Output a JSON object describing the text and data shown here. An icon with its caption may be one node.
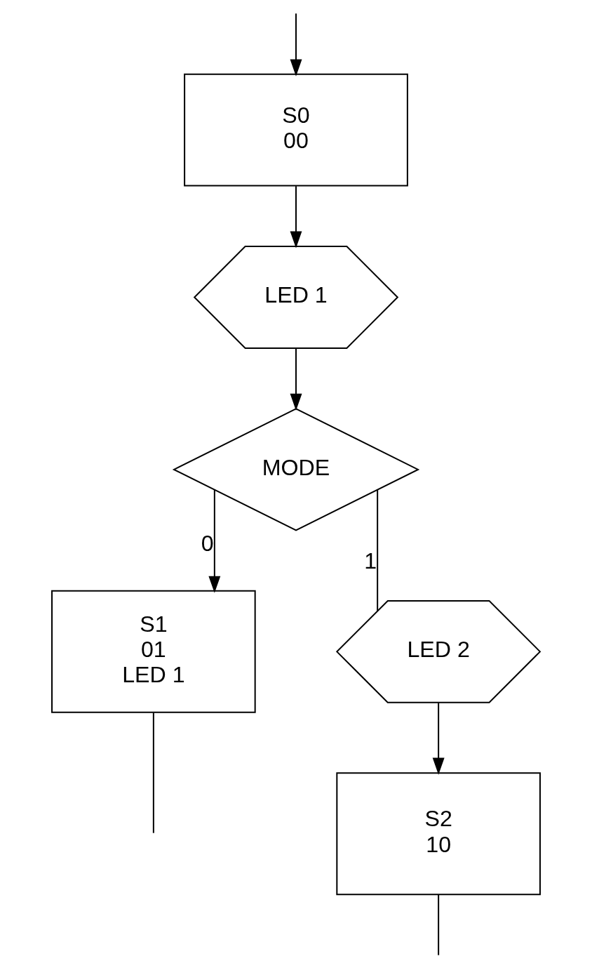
{
  "diagram": {
    "nodes": [
      {
        "text": [
          "S0",
          "00"
        ]
      },
      {
        "text": [
          "LED 1"
        ]
      },
      {
        "text": [
          "MODE"
        ]
      },
      {
        "text": [
          "LED 2"
        ]
      },
      {
        "text": [
          "S1",
          "01",
          "LED 1"
        ]
      },
      {
        "text": [
          "S2",
          "10"
        ]
      }
    ],
    "edges": [
      {
        "from": null,
        "to": 0,
        "arrow": "to"
      },
      {
        "from": 0,
        "to": 1,
        "arrow": "to"
      },
      {
        "from": 1,
        "to": 2,
        "arrow": "to"
      },
      {
        "from": 2,
        "to": 4,
        "label": "0",
        "arrow": "to"
      },
      {
        "from": 2,
        "to": 3,
        "label": "1",
        "arrow": "none"
      },
      {
        "from": 3,
        "to": 5,
        "arrow": "to"
      },
      {
        "from": 4,
        "to": null,
        "arrow": "none"
      },
      {
        "from": 5,
        "to": null,
        "arrow": "none"
      }
    ]
  }
}
